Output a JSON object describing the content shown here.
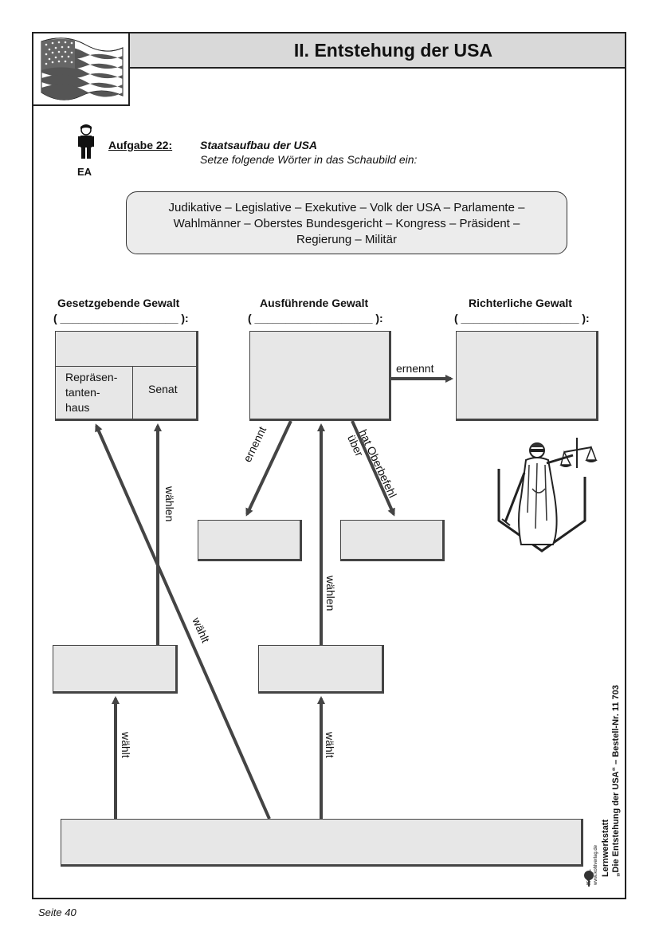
{
  "header": {
    "title": "II.  Entstehung der USA"
  },
  "task": {
    "work_form": "EA",
    "number_label": "Aufgabe 22:",
    "title": "Staatsaufbau der USA",
    "instruction": "Setze folgende Wörter in das Schaubild ein:"
  },
  "word_bank": {
    "line1": "Judikative – Legislative – Exekutive – Volk der USA – Parlamente –",
    "line2": "Wahlmänner – Oberstes Bundesgericht – Kongress – Präsident –",
    "line3": "Regierung – Militär"
  },
  "diagram": {
    "legislative_heading": "Gesetzgebende Gewalt",
    "executive_heading": "Ausführende Gewalt",
    "judicial_heading": "Richterliche Gewalt",
    "blank_line": "( ___________________ ):",
    "house_label": "Repräsen-\ntanten-\nhaus",
    "senate_label": "Senat",
    "arrows": {
      "ernennt_judicial": "ernennt",
      "ernennt_down": "ernennt",
      "oberbefehl": "hat Oberbefehl\nüber",
      "waehlen_senate": "wählen",
      "waehlt_house": "wählt",
      "waehlen_president": "wählen",
      "waehlt_left": "wählt",
      "waehlt_right": "wählt"
    }
  },
  "sidebar": {
    "line1": "Lernwerkstatt",
    "line2": "„Die Entstehung der USA“  –  Bestell-Nr. 11 703",
    "publisher": "KOHL",
    "url": "www.kohlverlag.de"
  },
  "footer": {
    "page": "Seite 40"
  }
}
